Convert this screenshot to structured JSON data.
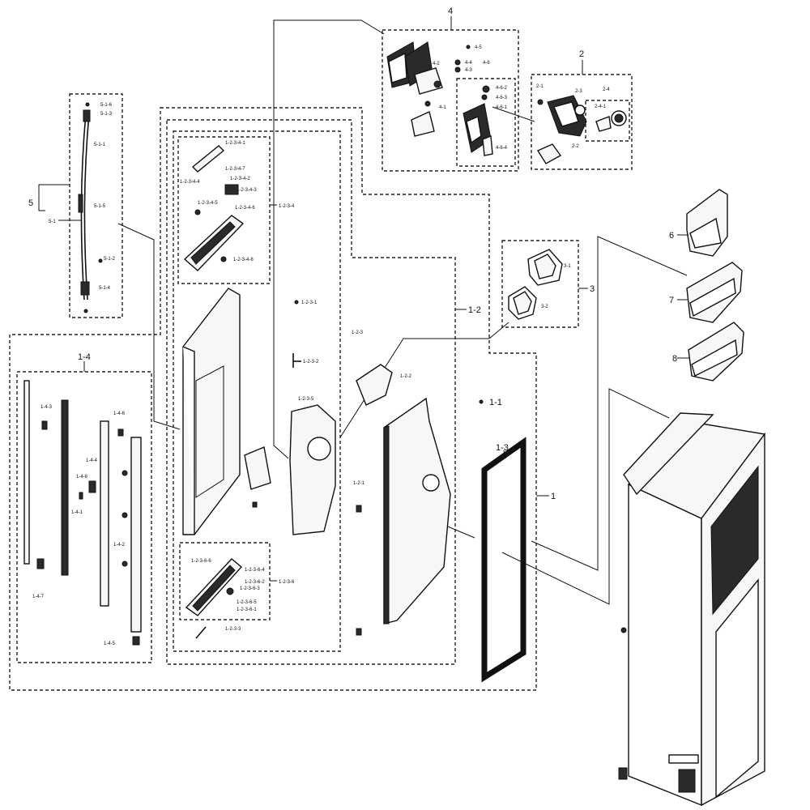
{
  "labels": {
    "l4": "4",
    "l4_5": "4-5",
    "l4_2": "4-2",
    "l4_4": "4-4",
    "l4_3": "4-3",
    "l4_6": "4-6",
    "l4_1": "4-1",
    "l4_6_2": "4-6-2",
    "l4_6_3": "4-6-3",
    "l4_6_1": "4-6-1",
    "l4_6_4": "4-6-4",
    "l2": "2",
    "l2_1": "2-1",
    "l2_3": "2-3",
    "l2_4": "2-4",
    "l2_4_1": "2-4-1",
    "l2_2": "2-2",
    "l5": "5",
    "l5_1": "5-1",
    "l5_1_6": "5-1-6",
    "l5_1_3": "5-1-3",
    "l5_1_1": "5-1-1",
    "l5_1_5": "5-1-5",
    "l5_1_2": "5-1-2",
    "l5_1_4": "5-1-4",
    "l1_2_3_4_1": "1-2-3-4-1",
    "l1_2_3_4_7": "1-2-3-4-7",
    "l1_2_3_4_2": "1-2-3-4-2",
    "l1_2_3_4_4": "1-2-3-4-4",
    "l1_2_3_4_3": "1-2-3-4-3",
    "l1_2_3_4_5": "1-2-3-4-5",
    "l1_2_3_4_6": "1-2-3-4-6",
    "l1_2_3_4_8": "1-2-3-4-8",
    "l1_2_3_4": "1-2-3-4",
    "l1_2_3_1": "1-2-3-1",
    "l1_2_3": "1-2-3",
    "l1_2": "1-2",
    "l1_2_3_2": "1-2-3-2",
    "l1_2_3_5": "1-2-3-5",
    "l1_2_2": "1-2-2",
    "l1_2_1": "1-2-1",
    "l1_1": "1-1",
    "l1_3": "1-3",
    "l1": "1",
    "l1_2_3_6_6": "1-2-3-6-6",
    "l1_2_3_6_4": "1-2-3-6-4",
    "l1_2_3_6_2": "1-2-3-6-2",
    "l1_2_3_6_3": "1-2-3-6-3",
    "l1_2_3_6_5": "1-2-3-6-5",
    "l1_2_3_6_1": "1-2-3-6-1",
    "l1_2_3_6": "1-2-3-6",
    "l1_2_3_3": "1-2-3-3",
    "l1_4": "1-4",
    "l1_4_3": "1-4-3",
    "l1_4_6": "1-4-6",
    "l1_4_4": "1-4-4",
    "l1_4_8": "1-4-8",
    "l1_4_1": "1-4-1",
    "l1_4_2": "1-4-2",
    "l1_4_7": "1-4-7",
    "l1_4_5": "1-4-5",
    "l3": "3",
    "l3_1": "3-1",
    "l3_2": "3-2",
    "l6": "6",
    "l7": "7",
    "l8": "8"
  }
}
